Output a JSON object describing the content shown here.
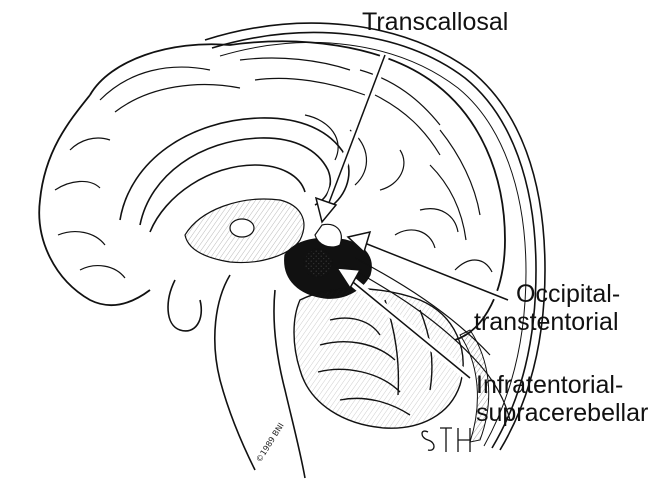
{
  "labels": {
    "approach_1": "Transcallosal",
    "approach_2_line1": "Occipital-",
    "approach_2_line2": "transtentorial",
    "approach_3_line1": "Infratentorial-",
    "approach_3_line2": "supracerebellar"
  },
  "copyright": "©1989 BNI",
  "artist_signature": "STH",
  "colors": {
    "ink": "#111111",
    "background": "#ffffff"
  }
}
